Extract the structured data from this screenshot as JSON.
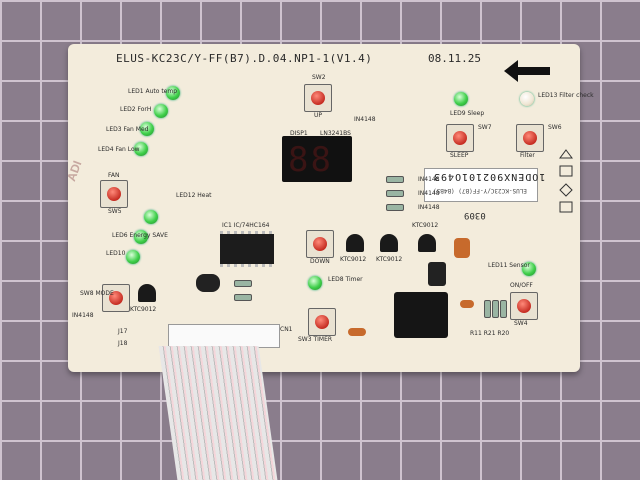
{
  "board": {
    "model": "ELUS-KC23C/Y-FF(B7).D.04.NP1-1(V1.4)",
    "date": "08.11.25",
    "display_text": "88",
    "sticker_code": "1ODENX902101O493",
    "sticker_sub": "ELUS-KC23C/Y-FF(B7) (B4B5)",
    "batch": "0309",
    "side_mark": "ADI"
  },
  "labels": {
    "led1": "LED1 Auto temp",
    "led2": "LED2 ForH",
    "led3": "LED3 Fan Med",
    "led4": "LED4 Fan Low",
    "fan_btn": "FAN",
    "sw5": "SW5",
    "led12": "LED12 Heat",
    "led6": "LED6 Energy SAVE",
    "led10": "LED10",
    "mode_btn": "SW8 MODE",
    "sw2": "SW2",
    "up": "UP",
    "down": "DOWN",
    "sw3_timer": "SW3 TIMER",
    "led8": "LED8 Timer",
    "led9": "LED9 Sleep",
    "sleep": "SLEEP",
    "sw7": "SW7",
    "led13": "LED13 Filter check",
    "filter": "Filter",
    "sw6": "SW6",
    "led11": "LED11 Sensor",
    "onoff": "ON/OFF",
    "sw4": "SW4",
    "ic1": "IC1 IC/74HC164",
    "ktc1": "KTC9012",
    "ktc2": "KTC9012",
    "ktc3": "KTC9012",
    "ktc4": "KTC9012",
    "ls": "LN3241BS",
    "disp1": "DISP1",
    "in4148a": "IN4148",
    "in4148b": "IN4148",
    "in4148c": "IN4148",
    "in4148d": "IN4148",
    "in4148e": "IN4148",
    "cn1": "CN1",
    "j17": "J17",
    "j18": "J18",
    "r_group": "R11 R21 R20"
  }
}
